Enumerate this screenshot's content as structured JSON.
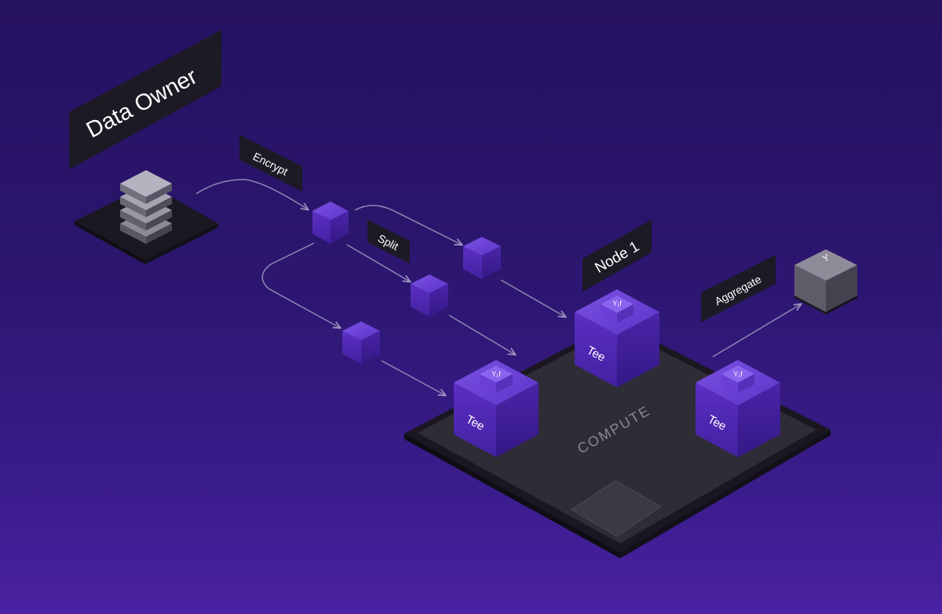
{
  "diagram": {
    "labels": {
      "data_owner": "Data Owner",
      "encrypt": "Encrypt",
      "split": "Split",
      "node": "Node 1",
      "aggregate": "Aggregate",
      "compute": "COMPUTE"
    },
    "tee_label": "Tee",
    "shard_label": "Y₁f",
    "result_label": "Y",
    "colors": {
      "background_top": "#251260",
      "background_bottom": "#4a22a2",
      "cube_purple": "#5b2fc4",
      "label_bg": "#1c1a24",
      "platform": "#2e2c36",
      "arrow": "#8f87b4"
    }
  }
}
